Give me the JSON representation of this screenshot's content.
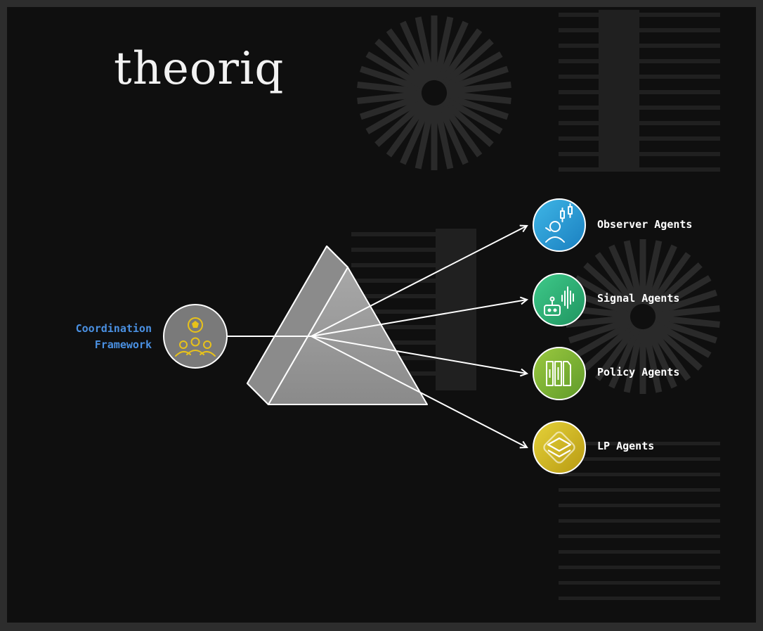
{
  "brand": {
    "name": "theoriq"
  },
  "diagram": {
    "source": {
      "label_line1": "Coordination",
      "label_line2": "Framework",
      "icon": "group-coordination-icon",
      "label_color": "#4a90e2",
      "icon_color": "#e8c21a"
    },
    "agents": [
      {
        "label": "Observer Agents",
        "icon": "observer-chart-icon",
        "color": "#1e90d0"
      },
      {
        "label": "Signal Agents",
        "icon": "signal-robot-icon",
        "color": "#2fa870"
      },
      {
        "label": "Policy Agents",
        "icon": "policy-pillars-icon",
        "color": "#7aa832"
      },
      {
        "label": "LP Agents",
        "icon": "lp-layers-icon",
        "color": "#c9b020"
      }
    ]
  }
}
